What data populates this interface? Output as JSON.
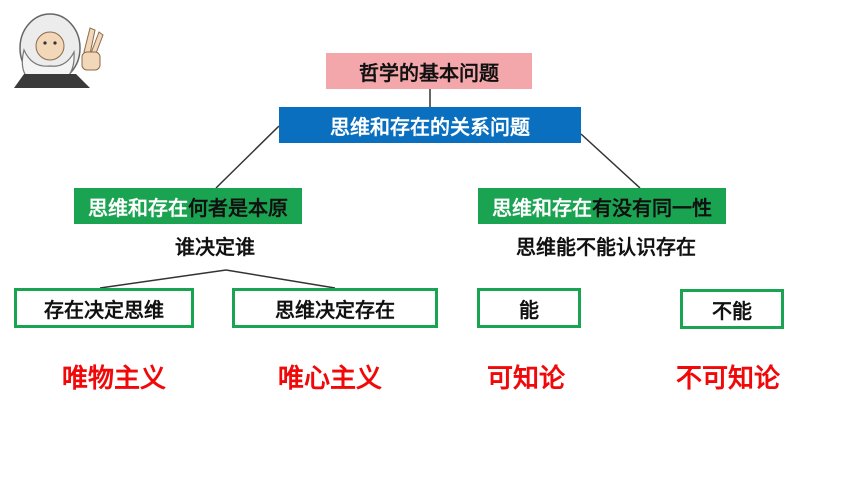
{
  "root": "哲学的基本问题",
  "relation": "思维和存在的关系问题",
  "left_branch": {
    "title_a": "思维和存在",
    "title_b": "何者是本原",
    "subtitle": "谁决定谁",
    "children": [
      "存在决定思维",
      "思维决定存在"
    ],
    "results": [
      "唯物主义",
      "唯心主义"
    ]
  },
  "right_branch": {
    "title_a": "思维和存在",
    "title_b": "有没有同一性",
    "subtitle": "思维能不能认识存在",
    "children": [
      "能",
      "不能"
    ],
    "results": [
      "可知论",
      "不可知论"
    ]
  },
  "colors": {
    "root_bg": "#f4a7ab",
    "relation_bg": "#0a6fbe",
    "branch_green": "#1aa351",
    "result_red": "#f10808"
  },
  "icons": {
    "portrait": "philosopher-portrait-icon"
  }
}
